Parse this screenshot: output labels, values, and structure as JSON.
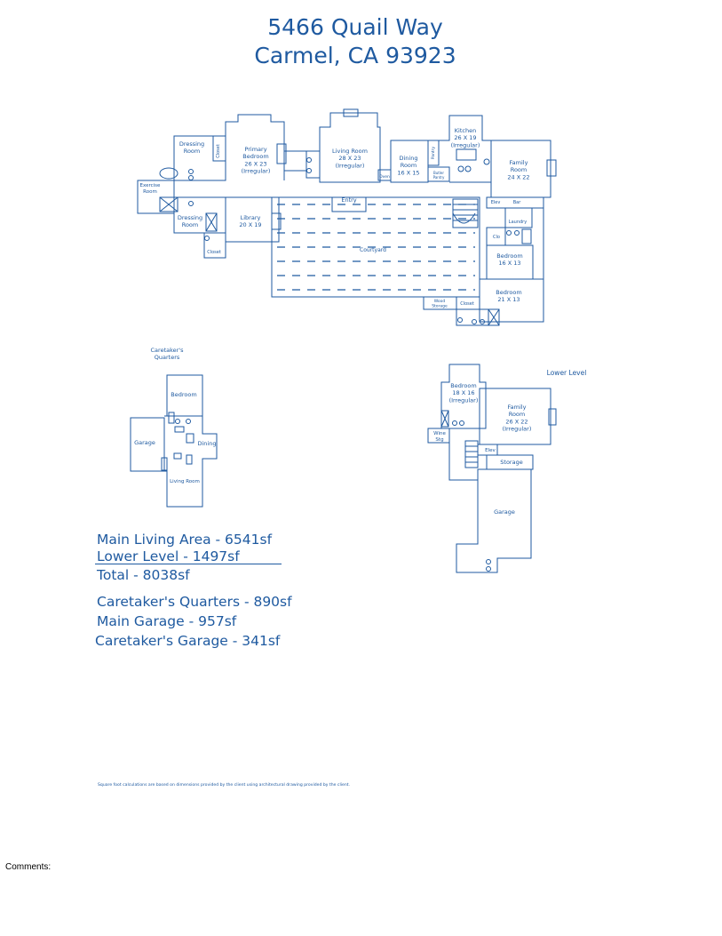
{
  "address": {
    "line1": "5466 Quail Way",
    "line2": "Carmel, CA 93923"
  },
  "main_floor": {
    "rooms": {
      "dressing_room_1": "Dressing\nRoom",
      "closet_1": "Closet",
      "primary_bedroom": "Primary\nBedroom\n26 X 23\n(Irregular)",
      "exercise_room": "Exercise\nRoom",
      "dressing_room_2": "Dressing\nRoom",
      "library": "Library\n20 X 19",
      "closet_2": "Closet",
      "living_room": "Living Room\n28 X 23\n(Irregular)",
      "oven": "Oven",
      "dining_room": "Dining\nRoom\n16 X 15",
      "pantry": "Pantry",
      "butler_pantry": "Butler\nPantry",
      "kitchen": "Kitchen\n26 X 19\n(Irregular)",
      "family_room": "Family\nRoom\n24 X 22",
      "entry": "Entry",
      "courtyard": "Courtyard",
      "elev": "Elev",
      "bar": "Bar",
      "laundry": "Laundry",
      "clo": "Clo",
      "bedroom_1": "Bedroom\n16 X 13",
      "bedroom_2": "Bedroom\n21 X 13",
      "wood_storage": "Wood\nStorage",
      "closet_3": "Closet"
    }
  },
  "caretaker": {
    "label": "Caretaker's\nQuarters",
    "rooms": {
      "bedroom": "Bedroom",
      "garage": "Garage",
      "dining": "Dining",
      "living_room": "Living Room"
    }
  },
  "lower_level": {
    "label": "Lower Level",
    "rooms": {
      "bedroom": "Bedroom\n18 X 16\n(Irregular)",
      "family_room": "Family\nRoom\n26 X 22\n(Irregular)",
      "wine_stg": "Wine\nStg",
      "elev": "Elev",
      "storage": "Storage",
      "garage": "Garage"
    }
  },
  "summary": {
    "main_living": "Main Living Area - 6541sf",
    "lower_level": "Lower Level - 1497sf",
    "total": "Total - 8038sf",
    "caretakers_quarters": "Caretaker's Quarters - 890sf",
    "main_garage": "Main Garage - 957sf",
    "caretakers_garage": "Caretaker's Garage - 341sf"
  },
  "disclaimer": "Square foot calculations are based on dimensions provided by the client using architectural drawing provided by the client.",
  "comments_label": "Comments:",
  "colors": {
    "plan_blue": "#1f5aa0"
  }
}
